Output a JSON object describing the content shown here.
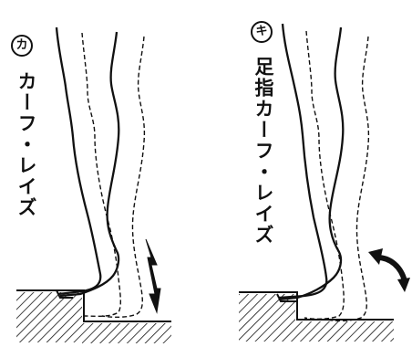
{
  "panels": [
    {
      "marker": "カ",
      "caption": "カーフ・レイズ"
    },
    {
      "marker": "キ",
      "caption": "足指カーフ・レイズ"
    }
  ],
  "colors": {
    "ink": "#111111",
    "background": "#ffffff"
  },
  "icons": [
    "up-down-arrow-icon",
    "curved-double-arrow-icon"
  ]
}
